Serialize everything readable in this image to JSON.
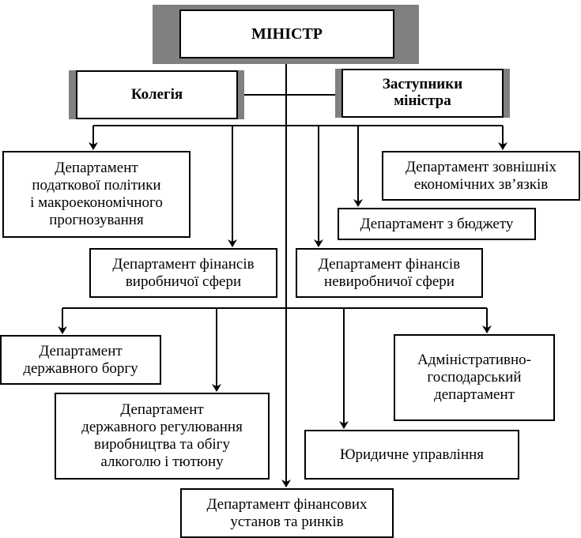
{
  "diagram": {
    "minister": "МІНІСТР",
    "board": "Колегія",
    "deputies": "Заступники\nміністра",
    "dept_tax_policy": "Департамент\nподаткової політики\nі макроекономічного\nпрогнозування",
    "dept_foreign_economic": "Департамент зовнішніх\nекономічних зв’язків",
    "dept_budget": "Департамент з бюджету",
    "dept_finance_production": "Департамент фінансів\nвиробничої сфери",
    "dept_finance_nonproduction": "Департамент фінансів\nневиробничої сфери",
    "dept_state_debt": "Департамент\nдержавного боргу",
    "dept_admin_economic": "Адміністративно-\nгосподарський\nдепартамент",
    "dept_alcohol_tobacco": "Департамент\nдержавного регулювання\nвиробництва та обігу\nалкоголю і тютюну",
    "legal_directorate": "Юридичне управління",
    "dept_financial_institutions": "Департамент фінансових\nустанов та ринків"
  },
  "colors": {
    "line": "#000000",
    "box_border": "#000000",
    "box_fill": "#ffffff",
    "shadow": "#808080"
  }
}
